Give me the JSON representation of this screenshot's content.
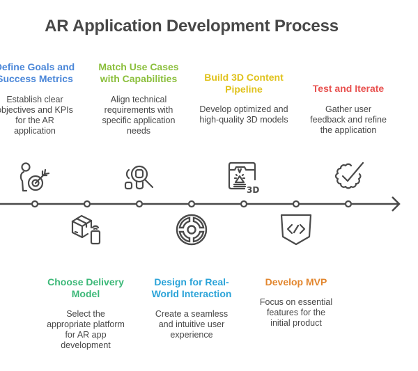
{
  "title": "AR Application Development Process",
  "steps": [
    {
      "heading": "Define Goals and Success Metrics",
      "description": "Establish clear objectives and KPIs for the AR application",
      "color": "#4a86d8",
      "icon": "person-target-icon",
      "position": "above"
    },
    {
      "heading": "Choose Delivery Model",
      "description": "Select the appropriate platform for AR app development",
      "color": "#3cb878",
      "icon": "box-device-icon",
      "position": "below"
    },
    {
      "heading": "Match Use Cases with Capabilities",
      "description": "Align technical requirements with specific application needs",
      "color": "#8bbf3c",
      "icon": "search-shapes-icon",
      "position": "above"
    },
    {
      "heading": "Design for Real-World Interaction",
      "description": "Create a seamless and intuitive user experience",
      "color": "#2aa3d8",
      "icon": "circular-maze-icon",
      "position": "below"
    },
    {
      "heading": "Build 3D Content Pipeline",
      "description": "Develop optimized and high-quality 3D models",
      "color": "#e0c21c",
      "icon": "3d-printer-icon",
      "position": "above"
    },
    {
      "heading": "Develop MVP",
      "description": "Focus on essential features for the initial product",
      "color": "#e2862e",
      "icon": "code-shield-icon",
      "position": "below"
    },
    {
      "heading": "Test and Iterate",
      "description": "Gather user feedback and refine the application",
      "color": "#e8514f",
      "icon": "badge-check-icon",
      "position": "above"
    }
  ],
  "line_color": "#4a4a4a"
}
